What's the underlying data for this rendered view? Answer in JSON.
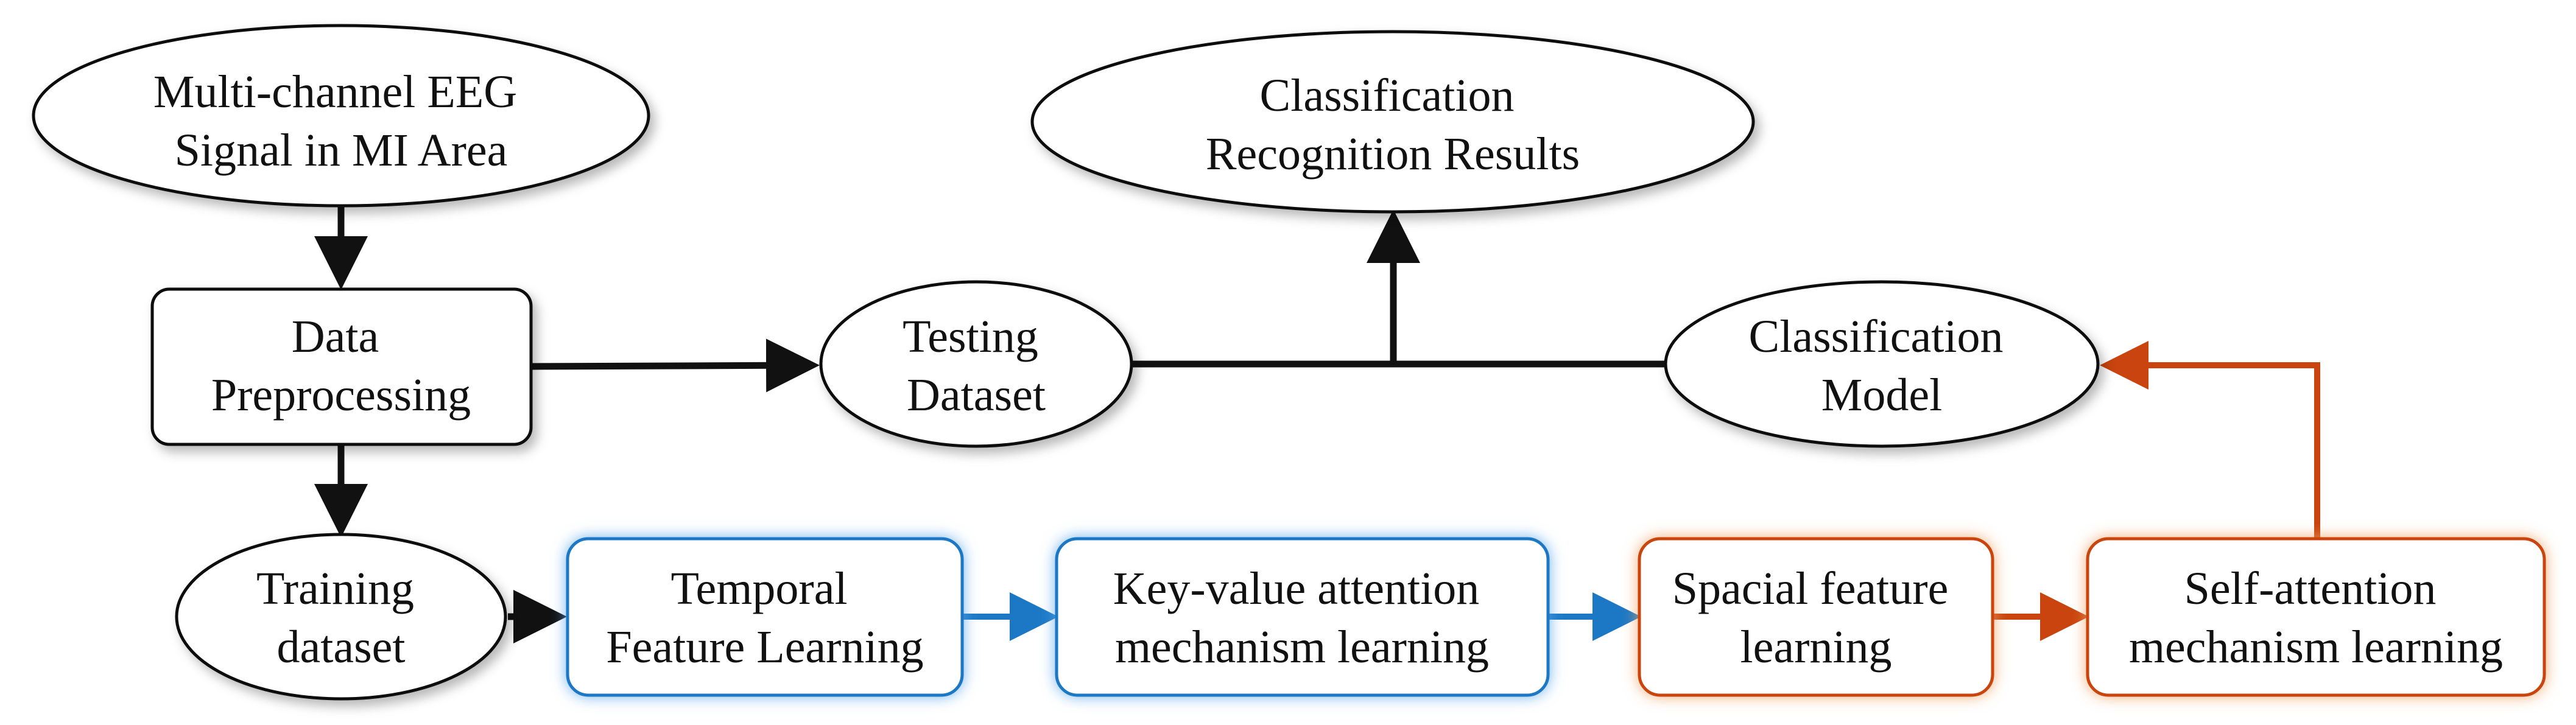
{
  "colors": {
    "black": "#111111",
    "blue": "#1c78c5",
    "orange": "#c9440e",
    "blue_glow": "#5aa7ea",
    "orange_glow": "#f0a060"
  },
  "nodes": {
    "eeg_signal": {
      "line1": "Multi-channel EEG",
      "line2": "Signal in MI Area"
    },
    "classification_results": {
      "line1": "Classification",
      "line2": "Recognition Results"
    },
    "data_preprocessing": {
      "line1": "Data",
      "line2": "Preprocessing"
    },
    "testing_dataset": {
      "line1": "Testing",
      "line2": "Dataset"
    },
    "classification_model": {
      "line1": "Classification",
      "line2": "Model"
    },
    "training_dataset": {
      "line1": "Training",
      "line2": "dataset"
    },
    "temporal_feature": {
      "line1": "Temporal",
      "line2": "Feature Learning"
    },
    "key_value_attention": {
      "line1": "Key-value attention",
      "line2": "mechanism learning"
    },
    "spacial_feature": {
      "line1": "Spacial feature",
      "line2": "learning"
    },
    "self_attention": {
      "line1": "Self-attention",
      "line2": "mechanism learning"
    }
  }
}
